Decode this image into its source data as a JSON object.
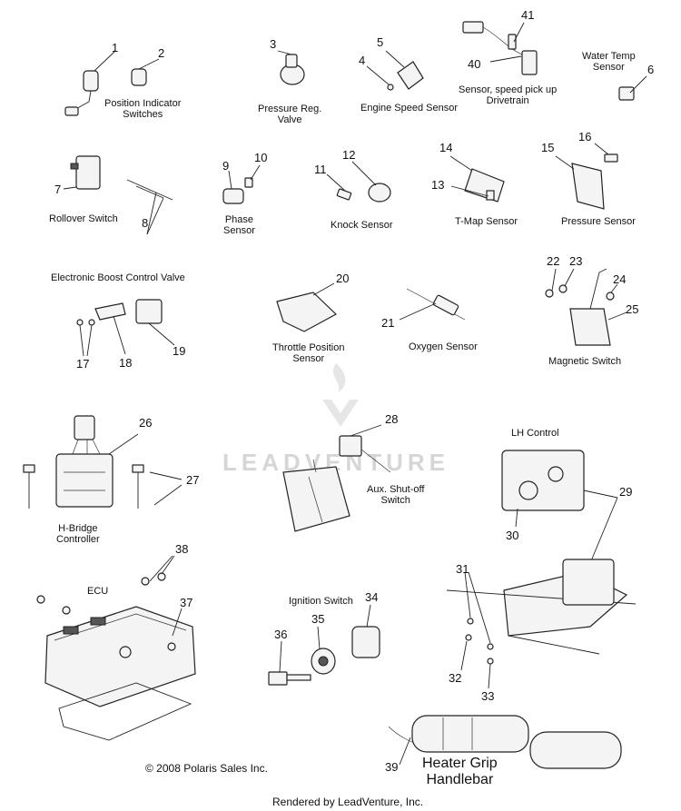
{
  "labels": {
    "position_indicator": "Position Indicator\nSwitches",
    "pressure_reg": "Pressure Reg.\nValve",
    "engine_speed": "Engine Speed Sensor",
    "speed_pickup": "Sensor, speed pick up\nDrivetrain",
    "water_temp": "Water Temp\nSensor",
    "rollover": "Rollover Switch",
    "phase": "Phase\nSensor",
    "knock": "Knock Sensor",
    "tmap": "T-Map Sensor",
    "pressure_sensor": "Pressure Sensor",
    "boost_valve": "Electronic Boost Control Valve",
    "throttle": "Throttle Position\nSensor",
    "oxygen": "Oxygen Sensor",
    "magnetic": "Magnetic Switch",
    "hbridge": "H-Bridge\nController",
    "aux": "Aux. Shut-off\nSwitch",
    "lh_control": "LH Control",
    "ecu": "ECU",
    "ignition": "Ignition Switch",
    "heater": "Heater Grip\nHandlebar",
    "copyright": "© 2008 Polaris Sales Inc.",
    "rendered": "Rendered by LeadVenture, Inc.",
    "watermark": "LEADVENTURE"
  },
  "callouts": {
    "n1": "1",
    "n2": "2",
    "n3": "3",
    "n4": "4",
    "n5": "5",
    "n6": "6",
    "n7": "7",
    "n8": "8",
    "n9": "9",
    "n10": "10",
    "n11": "11",
    "n12": "12",
    "n13": "13",
    "n14": "14",
    "n15": "15",
    "n16": "16",
    "n17": "17",
    "n18": "18",
    "n19": "19",
    "n20": "20",
    "n21": "21",
    "n22": "22",
    "n23": "23",
    "n24": "24",
    "n25": "25",
    "n26": "26",
    "n27": "27",
    "n28": "28",
    "n29": "29",
    "n30": "30",
    "n31": "31",
    "n32": "32",
    "n33": "33",
    "n34": "34",
    "n35": "35",
    "n36": "36",
    "n37": "37",
    "n38": "38",
    "n39": "39",
    "n40": "40",
    "n41": "41"
  }
}
